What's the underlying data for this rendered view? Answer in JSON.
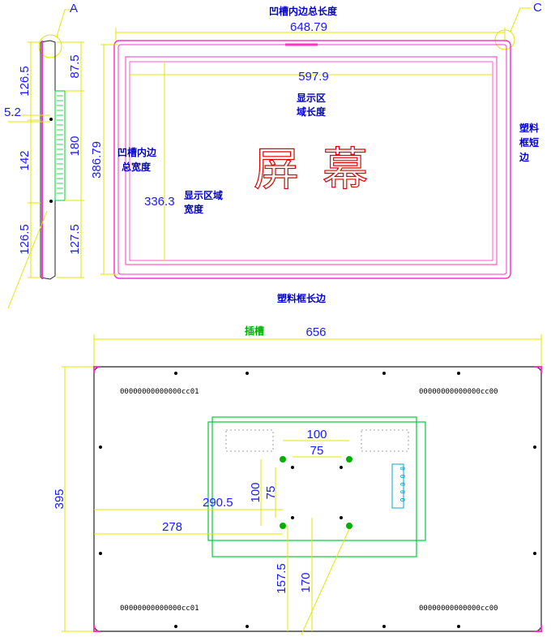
{
  "callouts": {
    "a": "A",
    "c": "C"
  },
  "top_view": {
    "title_groove_total_length": "凹槽内边总长度",
    "dim_groove_length": "648.79",
    "dim_display_length": "597.9",
    "label_display_length_1": "显示区",
    "label_display_length_2": "域长度",
    "dim_groove_height": "386.79",
    "label_groove_height_1": "凹槽内边",
    "label_groove_height_2": "总宽度",
    "dim_display_height": "336.3",
    "label_display_height_1": "显示区域",
    "label_display_height_2": "宽度",
    "screen_text_1": "屏",
    "screen_text_2": "幕",
    "label_short_side_1": "塑料",
    "label_short_side_2": "框短",
    "label_short_side_3": "边",
    "label_long_side": "塑料框长边"
  },
  "side_view": {
    "dim_top_left": "126.5",
    "dim_top_right": "87.5",
    "dim_thickness": "5.2",
    "dim_mid_left": "142",
    "dim_mid_right": "180",
    "dim_bottom_left": "126.5",
    "dim_bottom_right": "127.5"
  },
  "back_view": {
    "label_slot": "插槽",
    "dim_width": "656",
    "dim_height": "395",
    "dim_vesa_100_h": "100",
    "dim_vesa_75_h": "75",
    "dim_vesa_100_v": "100",
    "dim_vesa_75_v": "75",
    "dim_290_5": "290.5",
    "dim_278": "278",
    "dim_157_5": "157.5",
    "dim_170": "170",
    "vent_text": "00000000000000cc01",
    "vent_text_right": "00000000000000cc00",
    "connector_text": "0 0 0 0 0"
  }
}
